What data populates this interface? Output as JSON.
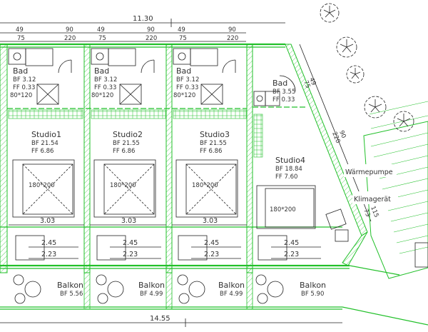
{
  "dimensions": {
    "top_total": "11.30",
    "bottom_total": "14.55",
    "door_widths": [
      "49",
      "75",
      "90",
      "220"
    ],
    "room_width": "3.03",
    "balcony_width": "2.45",
    "balcony_inner": "2.23",
    "side_49": "49",
    "side_75": "75",
    "side_90": "90",
    "side_220": "220",
    "side_115": "115",
    "side_73": "73"
  },
  "bathrooms": [
    {
      "label": "Bad",
      "bf": "BF 3.12",
      "ff": "FF 0.33",
      "shower": "80*120"
    },
    {
      "label": "Bad",
      "bf": "BF 3.12",
      "ff": "FF 0.33",
      "shower": "80*120"
    },
    {
      "label": "Bad",
      "bf": "BF 3.12",
      "ff": "FF 0.33",
      "shower": "80*120"
    },
    {
      "label": "Bad",
      "bf": "BF 3.55",
      "ff": "FF 0.33"
    }
  ],
  "studios": [
    {
      "label": "Studio1",
      "bf": "BF 21.54",
      "ff": "FF 6.86",
      "bed": "180*200"
    },
    {
      "label": "Studio2",
      "bf": "BF 21.55",
      "ff": "FF 6.86",
      "bed": "180*200"
    },
    {
      "label": "Studio3",
      "bf": "BF 21.55",
      "ff": "FF 6.86",
      "bed": "180*200"
    },
    {
      "label": "Studio4",
      "bf": "BF 18.84",
      "ff": "FF 7.60",
      "bed": "180*200"
    }
  ],
  "balconies": [
    {
      "label": "Balkon",
      "bf": "BF 5.56"
    },
    {
      "label": "Balkon",
      "bf": "BF 4.99"
    },
    {
      "label": "Balkon",
      "bf": "BF 4.99"
    },
    {
      "label": "Balkon",
      "bf": "BF 5.90"
    }
  ],
  "equipment": {
    "heat_pump": "Wärmepumpe",
    "ac_unit": "Klimagerät"
  },
  "colors": {
    "wall": "#22c02a",
    "line": "#222222",
    "text": "#333333"
  }
}
